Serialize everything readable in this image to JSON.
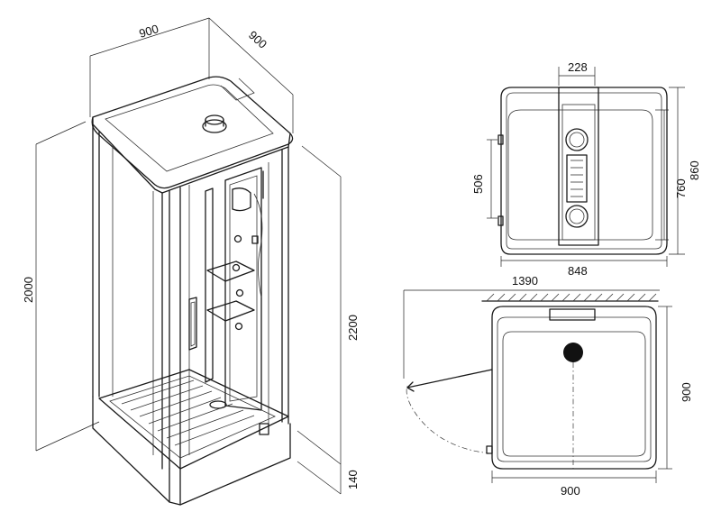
{
  "dimensions": {
    "iso_width": "900",
    "iso_depth": "900",
    "iso_height_cabin": "2000",
    "iso_height_total": "2200",
    "iso_base": "140",
    "top_column": "228",
    "top_depth_outer": "860",
    "top_depth_inner": "760",
    "top_side": "506",
    "top_width_inner": "848",
    "plan_door_swing": "1390",
    "plan_depth": "900",
    "plan_width": "900"
  }
}
